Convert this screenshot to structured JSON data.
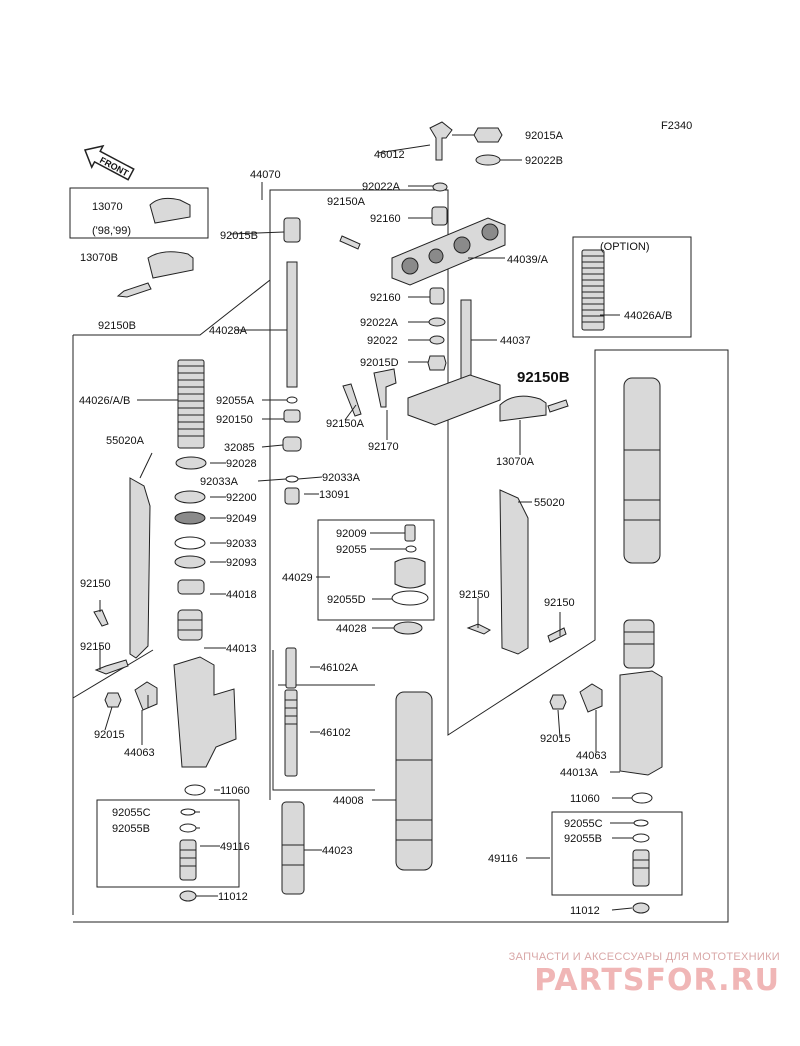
{
  "figure_code": "F2340",
  "front_marker": "FRONT",
  "option_label": "(OPTION)",
  "year_note": "('98,'99)",
  "labels": {
    "p44070": "44070",
    "p46012": "46012",
    "p92015A": "92015A",
    "p92022B": "92022B",
    "p92022A_top": "92022A",
    "p92150A_top": "92150A",
    "p92160_top": "92160",
    "p44039A": "44039/A",
    "p13070": "13070",
    "p13070B": "13070B",
    "p92150B_left": "92150B",
    "p92015B": "92015B",
    "p44028A": "44028A",
    "p92160_mid": "92160",
    "p92022A_mid": "92022A",
    "p92022": "92022",
    "p44037": "44037",
    "p92015D": "92015D",
    "p92150B_right": "92150B",
    "p92150A_mid": "92150A",
    "p92170": "92170",
    "p13070A": "13070A",
    "p44026AB_opt": "44026A/B",
    "p44026AB": "44026/A/B",
    "p92055A": "92055A",
    "p920150": "920150",
    "p32085": "32085",
    "p92028": "92028",
    "p92033A_l": "92033A",
    "p92033A_r": "92033A",
    "p13091": "13091",
    "p92200": "92200",
    "p92049": "92049",
    "p92033": "92033",
    "p92093": "92093",
    "p44018": "44018",
    "p55020A": "55020A",
    "p92150_l1": "92150",
    "p92150_l2": "92150",
    "p44013": "44013",
    "p92015_l": "92015",
    "p44063_l": "44063",
    "p11060_l": "11060",
    "p92055C_l": "92055C",
    "p92055B_l": "92055B",
    "p49116_l": "49116",
    "p11012_l": "11012",
    "p92009": "92009",
    "p92055": "92055",
    "p44029": "44029",
    "p92055D": "92055D",
    "p44028": "44028",
    "p46102A": "46102A",
    "p46102": "46102",
    "p44008": "44008",
    "p44023": "44023",
    "p55020": "55020",
    "p92150_r1": "92150",
    "p92150_r2": "92150",
    "p92015_r": "92015",
    "p44063_r": "44063",
    "p44013A": "44013A",
    "p11060_r": "11060",
    "p92055C_r": "92055C",
    "p92055B_r": "92055B",
    "p49116_r": "49116",
    "p11012_r": "11012"
  },
  "watermark": {
    "caption": "ЗАПЧАСТИ И АКСЕССУАРЫ ДЛЯ МОТОТЕХНИКИ",
    "logo": "PARTSFOR.RU"
  },
  "colors": {
    "line": "#222222",
    "part_fill": "#d9d9d9",
    "watermark": "#f0b6b6"
  }
}
